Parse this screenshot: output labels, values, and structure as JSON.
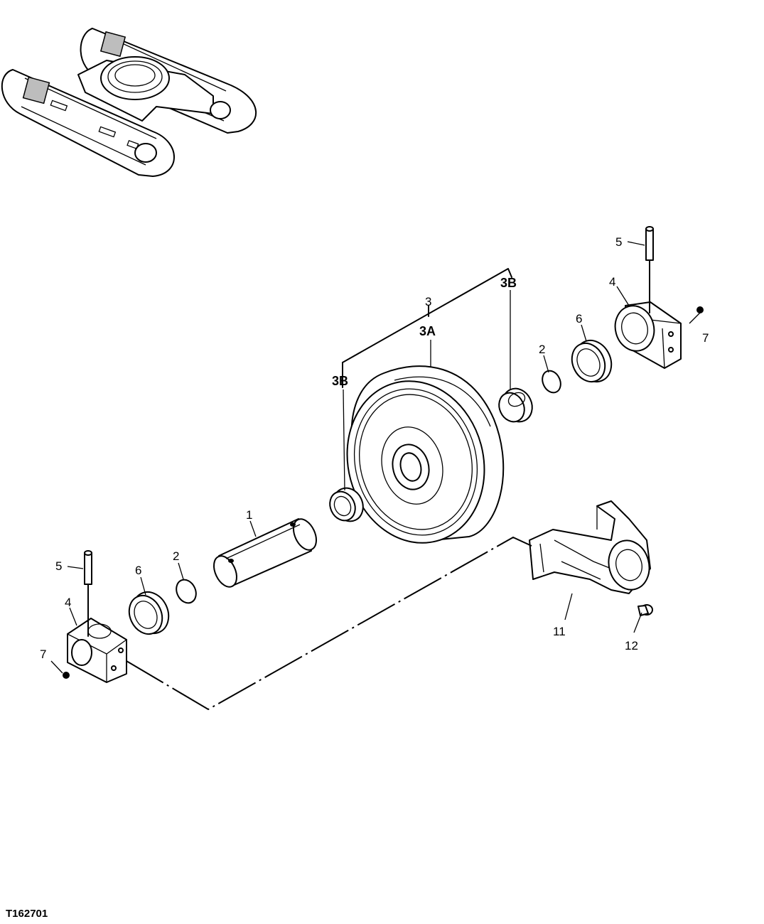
{
  "callouts": {
    "c1": "1",
    "c2_left": "2",
    "c2_right": "2",
    "c3": "3",
    "c3A": "3A",
    "c3B_left": "3B",
    "c3B_right": "3B",
    "c4_left": "4",
    "c4_right": "4",
    "c5_left": "5",
    "c5_right": "5",
    "c6_left": "6",
    "c6_right": "6",
    "c7_left": "7",
    "c7_right": "7",
    "c11": "11",
    "c12": "12"
  },
  "figure_id": "T162701"
}
